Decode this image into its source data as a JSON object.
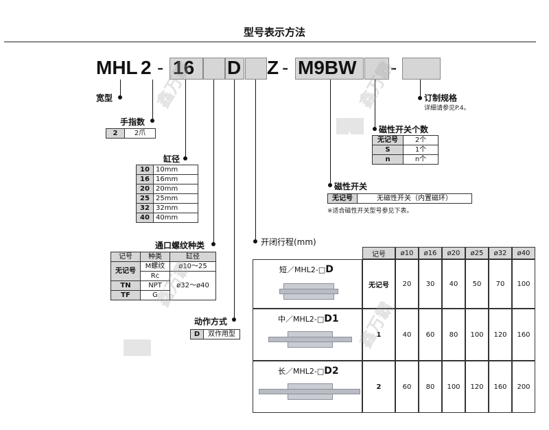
{
  "title": "型号表示方法",
  "model": {
    "prefix": "MHL",
    "fingers": "2",
    "dash1": "-",
    "bore": "16",
    "action": "D",
    "z": "Z",
    "dash2": "-",
    "switch": "M9BW",
    "dash3": "-"
  },
  "labels": {
    "wide": "宽型",
    "finger_count": "手指数",
    "bore": "缸径",
    "port_thread": "通口螺纹种类",
    "action": "动作方式",
    "stroke": "开闭行程(mm)",
    "switch": "磁性开关",
    "switch_note": "※适合磁性开关型号参见下表。",
    "switch_count": "磁性开关个数",
    "options": "订制规格",
    "options_note": "详细请参见P.4。"
  },
  "finger_table": [
    {
      "code": "2",
      "desc": "2爪"
    }
  ],
  "bore_table": [
    {
      "code": "10",
      "desc": "10mm"
    },
    {
      "code": "16",
      "desc": "16mm"
    },
    {
      "code": "20",
      "desc": "20mm"
    },
    {
      "code": "25",
      "desc": "25mm"
    },
    {
      "code": "32",
      "desc": "32mm"
    },
    {
      "code": "40",
      "desc": "40mm"
    }
  ],
  "thread_table": {
    "headers": [
      "记号",
      "种类",
      "缸径"
    ],
    "rows": [
      {
        "code": "无记号",
        "type1": "M螺纹",
        "type2": "Rc",
        "bore1": "ø10～25"
      },
      {
        "code": "TN",
        "type": "NPT",
        "bore": "ø32～ø40"
      },
      {
        "code": "TF",
        "type": "G"
      }
    ]
  },
  "action_table": [
    {
      "code": "D",
      "desc": "双作用型"
    }
  ],
  "switch_table": [
    {
      "code": "无记号",
      "desc": "无磁性开关（内置磁环）"
    }
  ],
  "switch_count_table": [
    {
      "code": "无记号",
      "desc": "2个"
    },
    {
      "code": "S",
      "desc": "1个"
    },
    {
      "code": "n",
      "desc": "n个"
    }
  ],
  "stroke_table": {
    "header_code": "记号",
    "bores": [
      "ø10",
      "ø16",
      "ø20",
      "ø25",
      "ø32",
      "ø40"
    ],
    "rows": [
      {
        "label_prefix": "短／MHL2-□",
        "label_suffix": "D",
        "code": "无记号",
        "values": [
          "20",
          "30",
          "40",
          "50",
          "70",
          "100"
        ]
      },
      {
        "label_prefix": "中／MHL2-□",
        "label_suffix": "D1",
        "code": "1",
        "values": [
          "40",
          "60",
          "80",
          "100",
          "120",
          "160"
        ]
      },
      {
        "label_prefix": "长／MHL2-□",
        "label_suffix": "D2",
        "code": "2",
        "values": [
          "60",
          "80",
          "100",
          "120",
          "160",
          "200"
        ]
      }
    ]
  },
  "watermark": "鑫万霸"
}
